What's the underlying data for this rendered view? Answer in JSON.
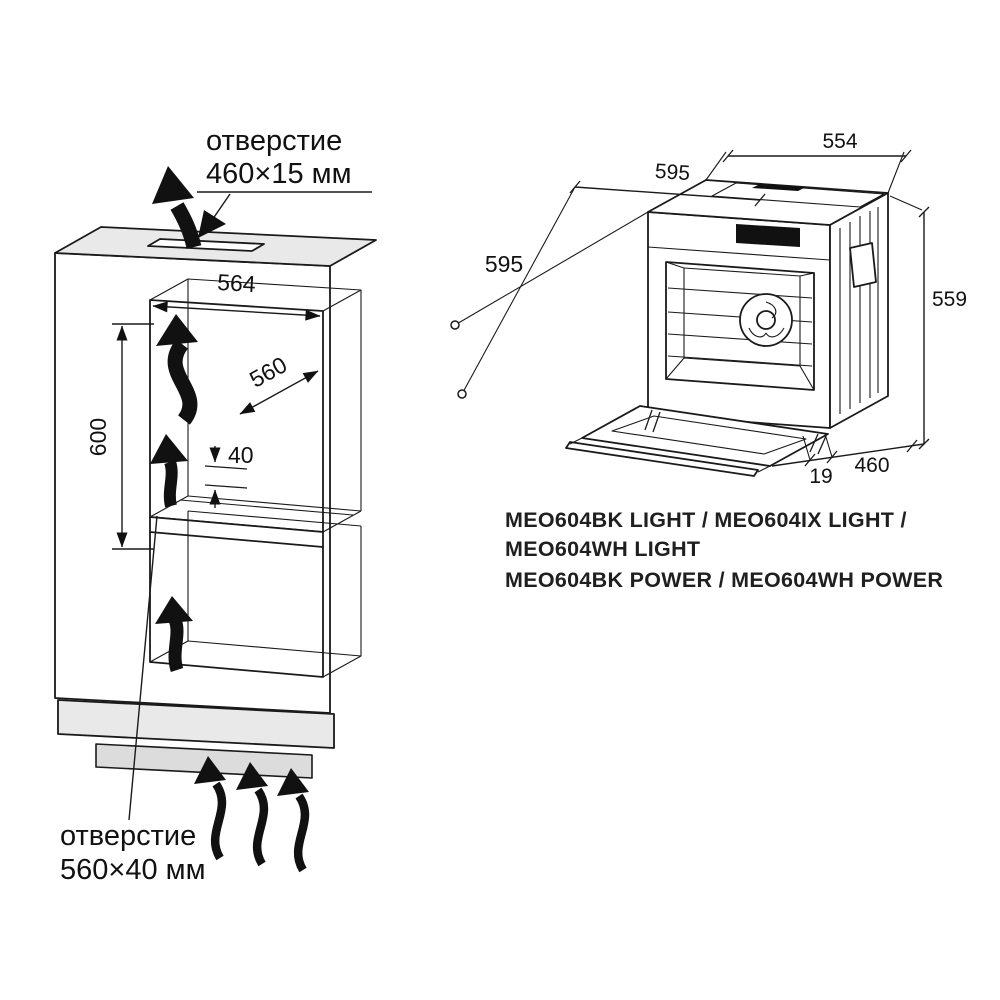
{
  "page": {
    "background": "#ffffff",
    "line_color": "#1a1a1a"
  },
  "cabinet": {
    "top_opening": {
      "line1": "отверстие",
      "line2": "460×15 мм"
    },
    "bottom_opening": {
      "line1": "отверстие",
      "line2": "560×40 мм"
    },
    "dims": {
      "width": "564",
      "height": "600",
      "depth": "560",
      "slot": "40"
    }
  },
  "oven": {
    "dims": {
      "top_depth": "554",
      "front_width": "595",
      "side_width": "595",
      "height": "559",
      "door_depth": "460",
      "gap": "19"
    }
  },
  "models": {
    "light_line1": "MEO604BK LIGHT / MEO604IX LIGHT /",
    "light_line2": "MEO604WH LIGHT",
    "power_line": "MEO604BK POWER / MEO604WH POWER"
  }
}
